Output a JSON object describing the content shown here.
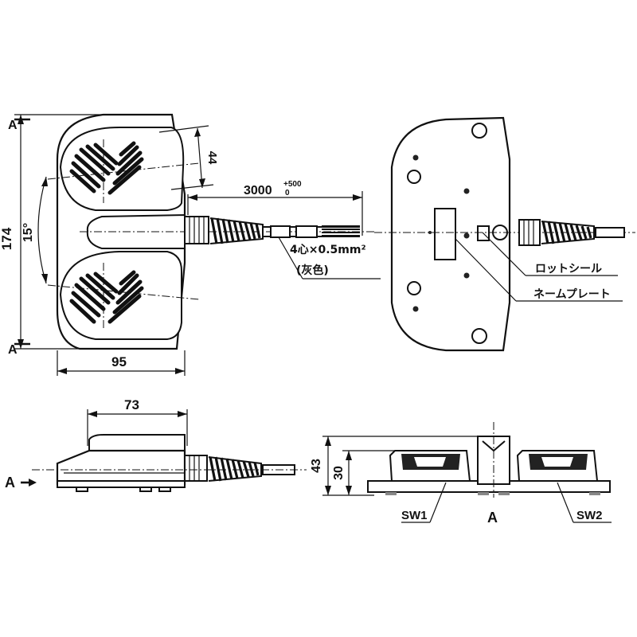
{
  "dimensions": {
    "height_174": "174",
    "width_95": "95",
    "angle_15": "15°",
    "dim_44": "44",
    "cable_length": "3000",
    "cable_tol_plus": "+500",
    "cable_tol_minus": "0",
    "depth_73": "73",
    "height_43": "43",
    "height_30": "30"
  },
  "labels": {
    "cable_spec": "4心×0.5mm²",
    "cable_color": "(灰色)",
    "rod_seal": "ロットシール",
    "name_plate": "ネームプレート",
    "view_a_top": "A",
    "view_a_bottom": "A",
    "view_a_side": "A",
    "view_a_front": "A",
    "sw1": "SW1",
    "sw2": "SW2"
  }
}
